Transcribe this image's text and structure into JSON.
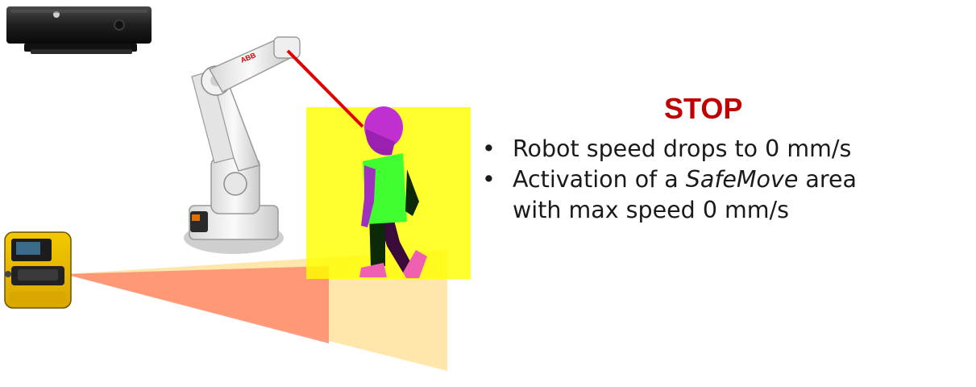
{
  "colors": {
    "stop_title": "#c00000",
    "zone_yellow": "#ffff00",
    "warning_field": "#ffe6a8",
    "protective_field": "#ff8a6a",
    "proximity_line": "#e00000",
    "person_head": "#b030c8",
    "person_shirt": "#40ff30",
    "person_shoes": "#f060b0",
    "person_pants": "#3a0a3a"
  },
  "icons": {
    "depth_camera": "kinect-camera-icon",
    "robot": "industrial-robot-arm-icon",
    "person": "walking-person-icon",
    "laser_scanner": "safety-laser-scanner-icon"
  },
  "robot": {
    "logo_text": "ABB"
  },
  "stop": {
    "title": "STOP",
    "bullets": [
      {
        "marker": "•",
        "text": "Robot speed drops to 0 mm/s"
      },
      {
        "marker": "•",
        "before": "Activation of a ",
        "emph": "SafeMove",
        "after": " area",
        "continuation": "with max speed 0 mm/s"
      }
    ]
  }
}
